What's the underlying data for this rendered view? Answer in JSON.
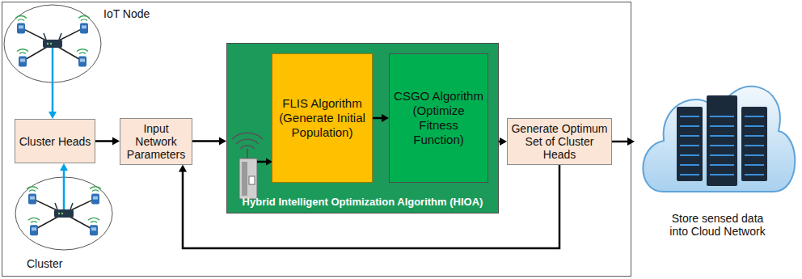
{
  "diagram": {
    "nodes": [
      {
        "text": [
          "IoT Node"
        ]
      },
      {
        "text": [
          "Cluster"
        ]
      },
      {
        "text": [
          "Cluster Heads"
        ]
      },
      {
        "text": [
          "Input Network Parameters"
        ]
      },
      {
        "text": [
          "Hybrid Intelligent Optimization Algorithm (HIOA)"
        ]
      },
      {
        "text": [
          "FLIS Algorithm (Generate Initial Population)"
        ],
        "in": 4
      },
      {
        "text": [
          "CSGO Algorithm (Optimize Fitness Function)"
        ],
        "in": 4
      },
      {
        "text": [
          "Generate Optimum Set of Cluster Heads"
        ]
      },
      {
        "text": [
          "Store sensed data into Cloud Network"
        ]
      }
    ],
    "edges": [
      {
        "from": 0,
        "to": 2,
        "arrow": "to"
      },
      {
        "from": 1,
        "to": 2,
        "arrow": "to"
      },
      {
        "from": 2,
        "to": 3,
        "arrow": "to"
      },
      {
        "from": 3,
        "to": 4,
        "arrow": "to"
      },
      {
        "from": 5,
        "to": 6,
        "arrow": "to"
      },
      {
        "from": 4,
        "to": 7,
        "arrow": "to"
      },
      {
        "from": 7,
        "to": 8,
        "arrow": "to"
      },
      {
        "from": 7,
        "to": 3,
        "arrow": "to"
      }
    ]
  }
}
